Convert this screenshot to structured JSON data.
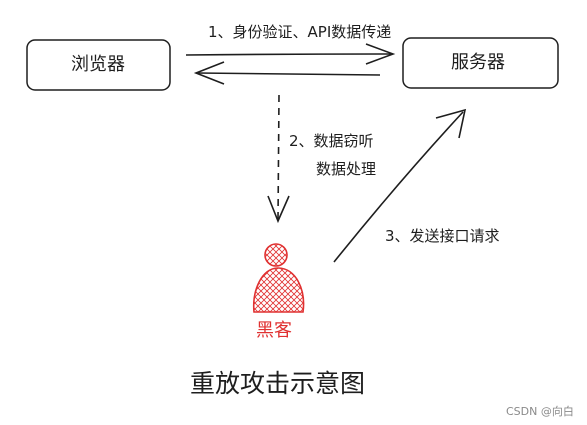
{
  "nodes": {
    "browser": "浏览器",
    "server": "服务器",
    "hacker": "黑客"
  },
  "edges": {
    "step1": "1、身份验证、API数据传递",
    "step2_line1": "2、数据窃听",
    "step2_line2": "数据处理",
    "step3": "3、发送接口请求"
  },
  "title": "重放攻击示意图",
  "watermark": "CSDN @向白",
  "colors": {
    "stroke": "#1e1e1e",
    "hacker": "#e03131"
  },
  "icons": {
    "hacker": "person-icon"
  }
}
